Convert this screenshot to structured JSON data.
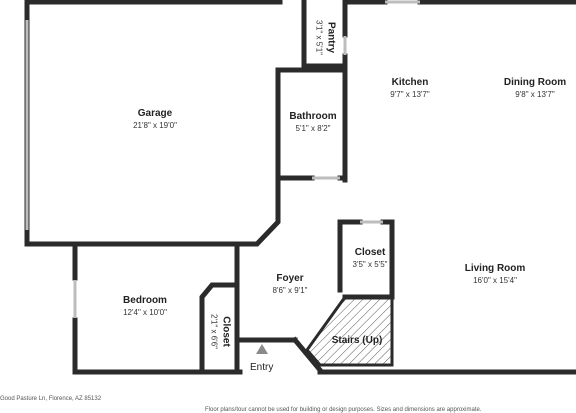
{
  "rooms": {
    "pantry": {
      "name": "Pantry",
      "dims": "3'1\" x 5'1\""
    },
    "kitchen": {
      "name": "Kitchen",
      "dims": "9'7\" x 13'7\""
    },
    "dining": {
      "name": "Dining Room",
      "dims": "9'8\" x 13'7\""
    },
    "garage": {
      "name": "Garage",
      "dims": "21'8\" x 19'0\""
    },
    "bathroom": {
      "name": "Bathroom",
      "dims": "5'1\" x 8'2\""
    },
    "closet1": {
      "name": "Closet",
      "dims": "3'5\" x 5'5\""
    },
    "living": {
      "name": "Living Room",
      "dims": "16'0\" x 15'4\""
    },
    "foyer": {
      "name": "Foyer",
      "dims": "8'6\" x 9'1\""
    },
    "bedroom": {
      "name": "Bedroom",
      "dims": "12'4\" x 10'0\""
    },
    "closet2": {
      "name": "Closet",
      "dims": "2'1\" x 6'6\""
    },
    "stairs": {
      "name": "Stairs (Up)"
    }
  },
  "entry_label": "Entry",
  "address": "Good Pasture Ln, Florence, AZ 85132",
  "disclaimer": "Floor plans/tour cannot be used for building or design purposes. Sizes and dimensions are approximate.",
  "colors": {
    "wall": "#2b2b2b",
    "window": "#bdbdbd",
    "stairs_hatch": "#555555",
    "entry_marker": "#8a8a8a"
  }
}
